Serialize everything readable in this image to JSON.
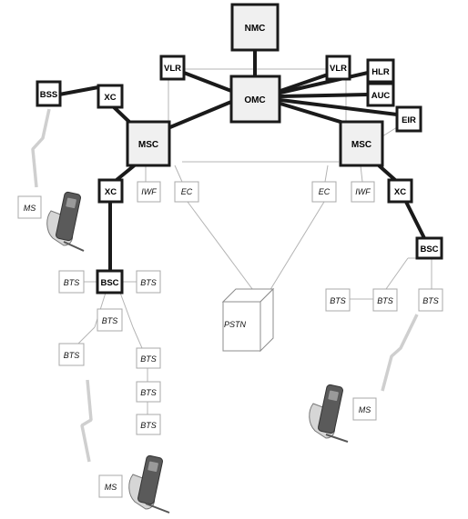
{
  "nodes": {
    "nmc": "NMC",
    "omc": "OMC",
    "vlr_left": "VLR",
    "vlr_right": "VLR",
    "hlr": "HLR",
    "auc": "AUC",
    "eir": "EIR",
    "bss": "BSS",
    "xc_top_left": "XC",
    "msc_left": "MSC",
    "msc_right": "MSC",
    "xc_left": "XC",
    "xc_right": "XC",
    "iwf_left": "IWF",
    "iwf_right": "IWF",
    "ec_left": "EC",
    "ec_right": "EC",
    "ms_left": "MS",
    "ms_right": "MS",
    "ms_bottom": "MS",
    "bsc_left": "BSC",
    "bsc_right": "BSC",
    "bts_l1": "BTS",
    "bts_l2": "BTS",
    "bts_l3": "BTS",
    "bts_l4": "BTS",
    "bts_l5": "BTS",
    "bts_l6": "BTS",
    "bts_l7": "BTS",
    "bts_r1": "BTS",
    "bts_r2": "BTS",
    "bts_r3": "BTS",
    "pstn": "PSTN"
  },
  "colors": {
    "thick_line": "#1a1a1a",
    "thin_line": "#b4b4b4",
    "box_fill": "#ffffff",
    "big_box_fill": "#f0f0f0",
    "radio_link": "#cfcfcf",
    "phone_body": "#5a5a5a",
    "hand": "#d6d6d6"
  }
}
